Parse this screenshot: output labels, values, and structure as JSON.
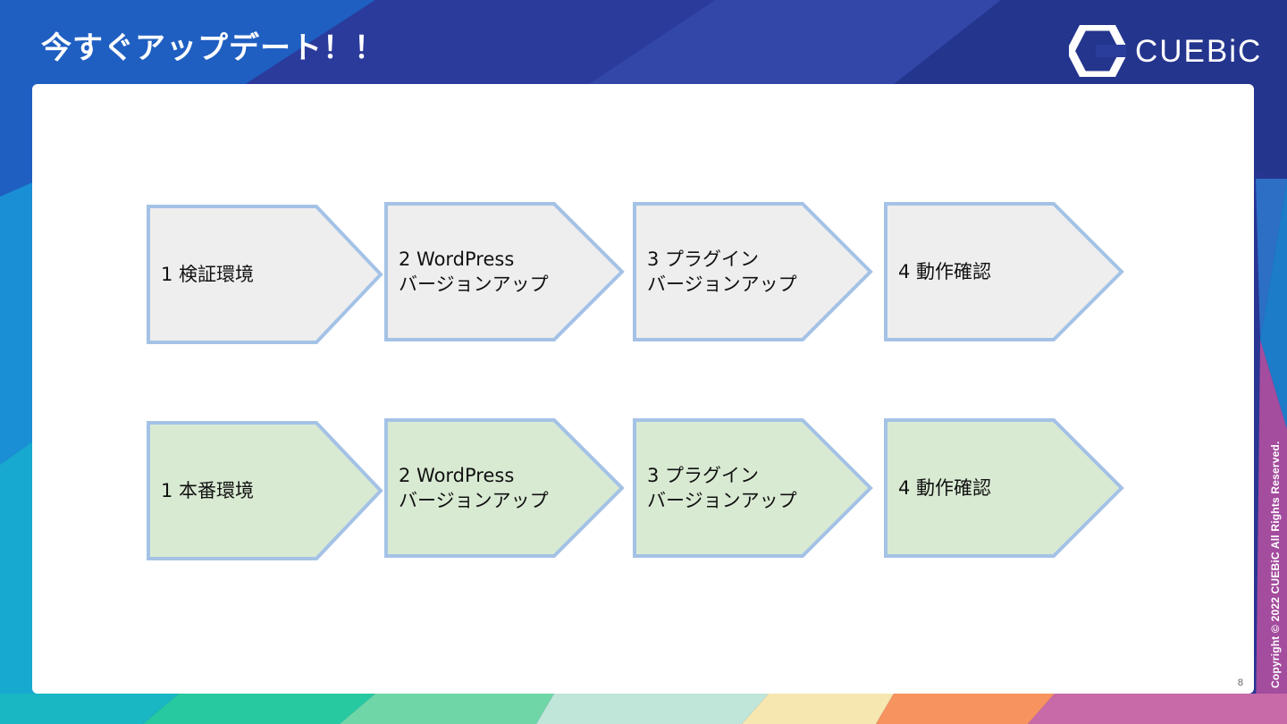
{
  "slide": {
    "title": "今すぐアップデート！！",
    "logo_text": "CUEBiC",
    "page_number": "8",
    "copyright": "Copyright © 2022 CUEBiC All Rights Reserved."
  },
  "rows": [
    {
      "fill": "#eeeeee",
      "steps": [
        {
          "lines": [
            "1 検証環境"
          ]
        },
        {
          "lines": [
            "2 WordPress",
            "バージョンアップ"
          ]
        },
        {
          "lines": [
            "3 プラグイン",
            "バージョンアップ"
          ]
        },
        {
          "lines": [
            "4 動作確認"
          ]
        }
      ]
    },
    {
      "fill": "#d9ead3",
      "steps": [
        {
          "lines": [
            "1 本番環境"
          ]
        },
        {
          "lines": [
            "2 WordPress",
            "バージョンアップ"
          ]
        },
        {
          "lines": [
            "3 プラグイン",
            "バージョンアップ"
          ]
        },
        {
          "lines": [
            "4 動作確認"
          ]
        }
      ]
    }
  ],
  "colors": {
    "border": "#a4c2e6",
    "background_primary": "#2a3a9a"
  }
}
